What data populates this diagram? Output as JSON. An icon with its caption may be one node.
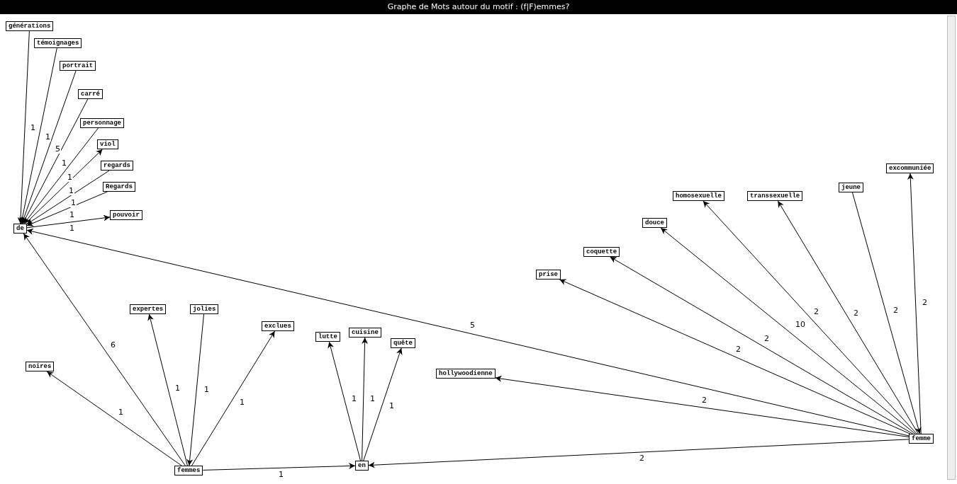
{
  "diagram": {
    "title": "Graphe de Mots autour du motif : (f|F)emmes?",
    "nodes": [
      {
        "text": [
          "générations"
        ]
      },
      {
        "text": [
          "témoignages"
        ]
      },
      {
        "text": [
          "portrait"
        ]
      },
      {
        "text": [
          "carré"
        ]
      },
      {
        "text": [
          "personnage"
        ]
      },
      {
        "text": [
          "viol"
        ]
      },
      {
        "text": [
          "regards"
        ]
      },
      {
        "text": [
          "Regards"
        ]
      },
      {
        "text": [
          "pouvoir"
        ]
      },
      {
        "text": [
          "de"
        ]
      },
      {
        "text": [
          "noires"
        ]
      },
      {
        "text": [
          "expertes"
        ]
      },
      {
        "text": [
          "jolies"
        ]
      },
      {
        "text": [
          "exclues"
        ]
      },
      {
        "text": [
          "femmes"
        ]
      },
      {
        "text": [
          "lutte"
        ]
      },
      {
        "text": [
          "cuisine"
        ]
      },
      {
        "text": [
          "quête"
        ]
      },
      {
        "text": [
          "en"
        ]
      },
      {
        "text": [
          "hollywoodienne"
        ]
      },
      {
        "text": [
          "prise"
        ]
      },
      {
        "text": [
          "coquette"
        ]
      },
      {
        "text": [
          "douce"
        ]
      },
      {
        "text": [
          "homosexuelle"
        ]
      },
      {
        "text": [
          "transsexuelle"
        ]
      },
      {
        "text": [
          "jeune"
        ]
      },
      {
        "text": [
          "excommuniée"
        ]
      },
      {
        "text": [
          "femme"
        ]
      }
    ],
    "edges": [
      {
        "from": 0,
        "to": 9,
        "arrow": "to",
        "label": "1"
      },
      {
        "from": 1,
        "to": 9,
        "arrow": "to",
        "label": "1"
      },
      {
        "from": 2,
        "to": 9,
        "arrow": "to",
        "label": "5"
      },
      {
        "from": 3,
        "to": 9,
        "arrow": "to",
        "label": "1"
      },
      {
        "from": 4,
        "to": 9,
        "arrow": "to",
        "label": "1"
      },
      {
        "from": 9,
        "to": 5,
        "arrow": "to",
        "label": "1"
      },
      {
        "from": 6,
        "to": 9,
        "arrow": "to",
        "label": "1"
      },
      {
        "from": 7,
        "to": 9,
        "arrow": "to",
        "label": "1"
      },
      {
        "from": 9,
        "to": 8,
        "arrow": "to",
        "label": "1"
      },
      {
        "from": 27,
        "to": 9,
        "arrow": "to",
        "label": "5"
      },
      {
        "from": 14,
        "to": 9,
        "arrow": "to",
        "label": "6"
      },
      {
        "from": 14,
        "to": 10,
        "arrow": "to",
        "label": "1"
      },
      {
        "from": 14,
        "to": 11,
        "arrow": "to",
        "label": "1"
      },
      {
        "from": 12,
        "to": 14,
        "arrow": "to",
        "label": "1"
      },
      {
        "from": 14,
        "to": 13,
        "arrow": "to",
        "label": "1"
      },
      {
        "from": 14,
        "to": 18,
        "arrow": "to",
        "label": "1"
      },
      {
        "from": 18,
        "to": 15,
        "arrow": "to",
        "label": "1"
      },
      {
        "from": 18,
        "to": 16,
        "arrow": "to",
        "label": "1"
      },
      {
        "from": 18,
        "to": 17,
        "arrow": "to",
        "label": "1"
      },
      {
        "from": 27,
        "to": 19,
        "arrow": "to",
        "label": "2"
      },
      {
        "from": 27,
        "to": 20,
        "arrow": "to",
        "label": "2"
      },
      {
        "from": 27,
        "to": 21,
        "arrow": "to",
        "label": "2"
      },
      {
        "from": 27,
        "to": 22,
        "arrow": "to",
        "label": "10"
      },
      {
        "from": 27,
        "to": 23,
        "arrow": "to",
        "label": "2"
      },
      {
        "from": 27,
        "to": 24,
        "arrow": "to",
        "label": "2"
      },
      {
        "from": 25,
        "to": 27,
        "arrow": "to",
        "label": "2"
      },
      {
        "from": 27,
        "to": 26,
        "arrow": "to",
        "label": "2"
      },
      {
        "from": 27,
        "to": 18,
        "arrow": "to",
        "label": "2"
      }
    ]
  }
}
